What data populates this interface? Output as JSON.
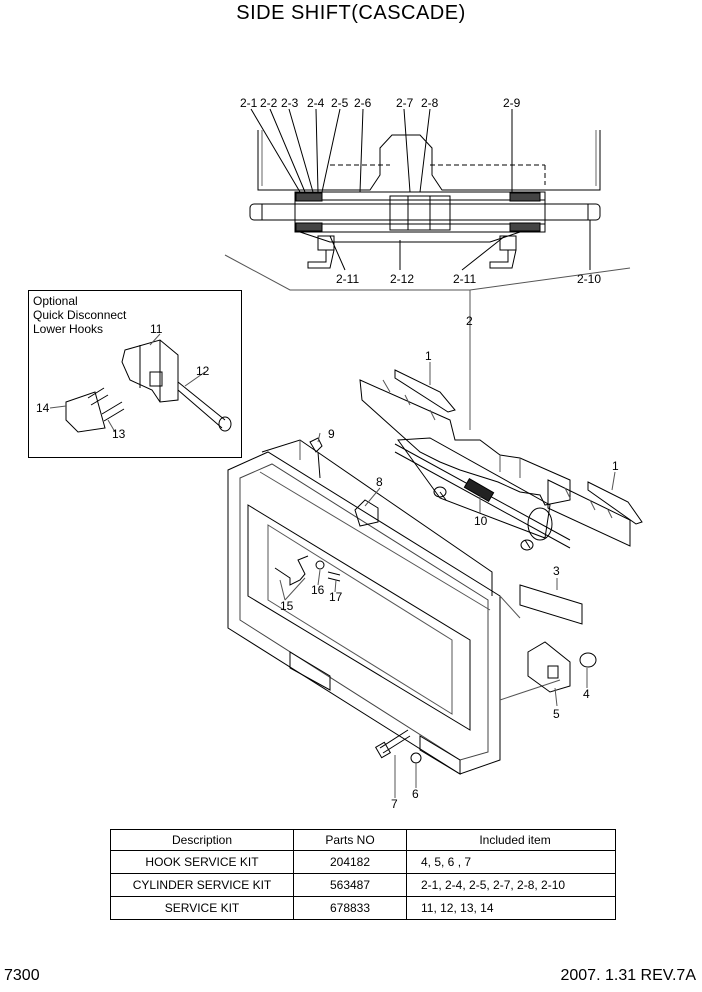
{
  "title": "SIDE SHIFT(CASCADE)",
  "optional_box": {
    "lines": [
      "Optional",
      "Quick Disconnect",
      "Lower Hooks"
    ]
  },
  "labels": {
    "top": [
      "2-1",
      "2-2",
      "2-3",
      "2-4",
      "2-5",
      "2-6",
      "2-7",
      "2-8",
      "2-9"
    ],
    "bottom": [
      "2-11",
      "2-12",
      "2-11",
      "2-10"
    ],
    "parts": [
      "1",
      "1",
      "2",
      "3",
      "4",
      "5",
      "6",
      "7",
      "8",
      "9",
      "10",
      "11",
      "12",
      "13",
      "14",
      "15",
      "16",
      "17"
    ]
  },
  "table": {
    "headers": [
      "Description",
      "Parts NO",
      "Included item"
    ],
    "rows": [
      [
        "HOOK SERVICE KIT",
        "204182",
        "4, 5, 6 , 7"
      ],
      [
        "CYLINDER SERVICE KIT",
        "563487",
        "2-1, 2-4, 2-5, 2-7, 2-8, 2-10"
      ],
      [
        "SERVICE KIT",
        "678833",
        "11, 12, 13, 14"
      ]
    ]
  },
  "footer": {
    "page": "7300",
    "revision": "2007. 1.31  REV.7A"
  }
}
